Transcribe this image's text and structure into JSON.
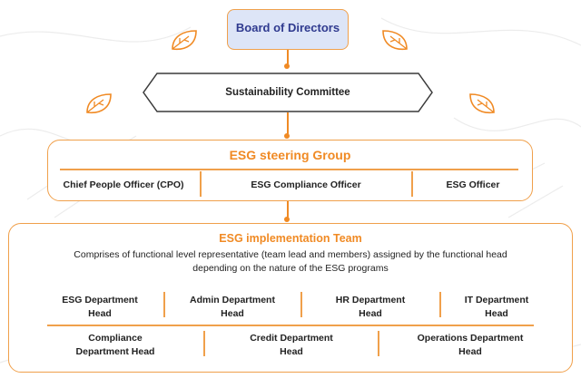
{
  "board": {
    "label": "Board of Directors"
  },
  "committee": {
    "label": "Sustainability Committee"
  },
  "steering": {
    "title": "ESG steering Group",
    "members": [
      "Chief People Officer (CPO)",
      "ESG Compliance Officer",
      "ESG Officer"
    ]
  },
  "implementation": {
    "title": "ESG implementation Team",
    "description_line1": "Comprises of functional level representative (team lead and members) assigned by the functional head",
    "description_line2": "depending on the nature of the ESG programs",
    "row1": [
      "ESG Department",
      "Head",
      "Admin Department",
      "Head",
      "HR Department",
      "Head",
      "IT Department",
      "Head"
    ],
    "row2": [
      "Compliance",
      "Department Head",
      "Credit Department",
      "Head",
      "Operations Department",
      "Head"
    ]
  },
  "colors": {
    "accent": "#f08a24",
    "title_navy": "#2f3a8f",
    "board_fill": "#dde5f7"
  },
  "icons": [
    "leaf-icon"
  ]
}
